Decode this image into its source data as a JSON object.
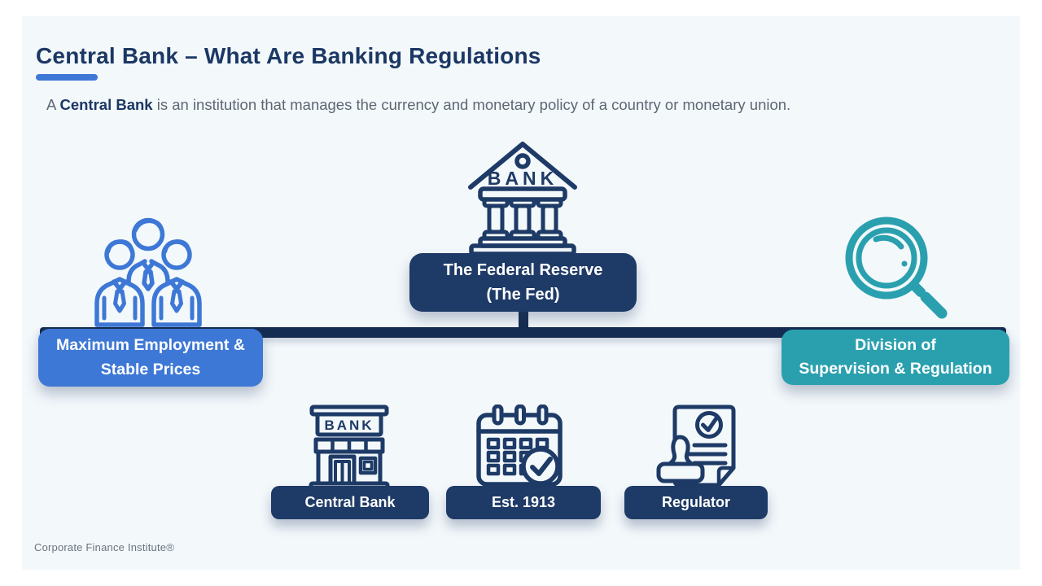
{
  "colors": {
    "navy": "#1e3a66",
    "navy_text": "#1b3764",
    "navy_dark": "#152c52",
    "blue": "#3e78d6",
    "teal": "#2aa0af",
    "slide_bg": "#f3f8fb",
    "gray": "#5d6773",
    "footer_gray": "#6b7480",
    "white": "#ffffff"
  },
  "header": {
    "title": "Central Bank – What Are Banking Regulations",
    "subtitle_prefix": "A ",
    "subtitle_bold": "Central Bank",
    "subtitle_rest": " is an institution that manages the currency and monetary policy of a country or monetary union."
  },
  "diagram": {
    "root": {
      "icon": "bank-building-icon",
      "sign": "BANK",
      "line1": "The Federal Reserve",
      "line2": "(The Fed)"
    },
    "left": {
      "icon": "people-group-icon",
      "line1": "Maximum Employment &",
      "line2": "Stable Prices"
    },
    "right": {
      "icon": "magnifier-icon",
      "line1": "Division of",
      "line2": "Supervision & Regulation"
    },
    "bottom": [
      {
        "icon": "bank-storefront-icon",
        "sign": "BANK",
        "label": "Central Bank"
      },
      {
        "icon": "calendar-check-icon",
        "label": "Est. 1913"
      },
      {
        "icon": "stamp-document-icon",
        "label": "Regulator"
      }
    ]
  },
  "footer": {
    "brand": "Corporate Finance Institute®"
  }
}
